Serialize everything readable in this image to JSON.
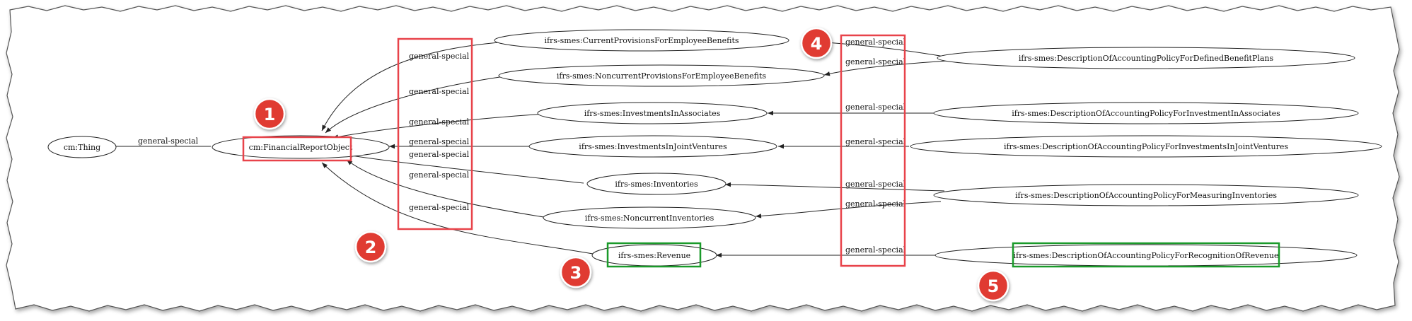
{
  "diagram": {
    "edge_label": "general-special",
    "nodes": {
      "thing": "cm:Thing",
      "fro": "cm:FinancialReportObject",
      "current_prov": "ifrs-smes:CurrentProvisionsForEmployeeBenefits",
      "noncurrent_prov": "ifrs-smes:NoncurrentProvisionsForEmployeeBenefits",
      "inv_assoc": "ifrs-smes:InvestmentsInAssociates",
      "inv_jv": "ifrs-smes:InvestmentsInJointVentures",
      "inventories": "ifrs-smes:Inventories",
      "noncurrent_inv": "ifrs-smes:NoncurrentInventories",
      "revenue": "ifrs-smes:Revenue",
      "pol_defined": "ifrs-smes:DescriptionOfAccountingPolicyForDefinedBenefitPlans",
      "pol_assoc": "ifrs-smes:DescriptionOfAccountingPolicyForInvestmentInAssociates",
      "pol_jv": "ifrs-smes:DescriptionOfAccountingPolicyForInvestmentsInJointVentures",
      "pol_inv": "ifrs-smes:DescriptionOfAccountingPolicyForMeasuringInventories",
      "pol_rev": "ifrs-smes:DescriptionOfAccountingPolicyForRecognitionOfRevenue"
    },
    "callouts": [
      "1",
      "2",
      "3",
      "4",
      "5"
    ],
    "colors": {
      "highlight_red": "#e8434a",
      "highlight_green": "#1a9a2a",
      "badge_fill": "#e03a33",
      "edge": "#222222"
    }
  }
}
